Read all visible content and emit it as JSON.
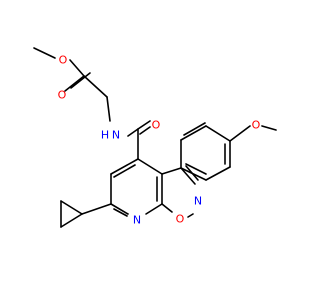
{
  "colors": {
    "background": "#ffffff",
    "bond": "#000000",
    "oxygen": "#ff0000",
    "nitrogen": "#0000ff"
  },
  "atoms": {
    "o_carbonyl_ester": "O",
    "o_ester": "O",
    "nh_amide": "N",
    "h_amide": "H",
    "o_amide": "O",
    "o_methoxy": "O",
    "n_isoxazole": "N",
    "o_isoxazole": "O",
    "n_pyridine": "N"
  }
}
